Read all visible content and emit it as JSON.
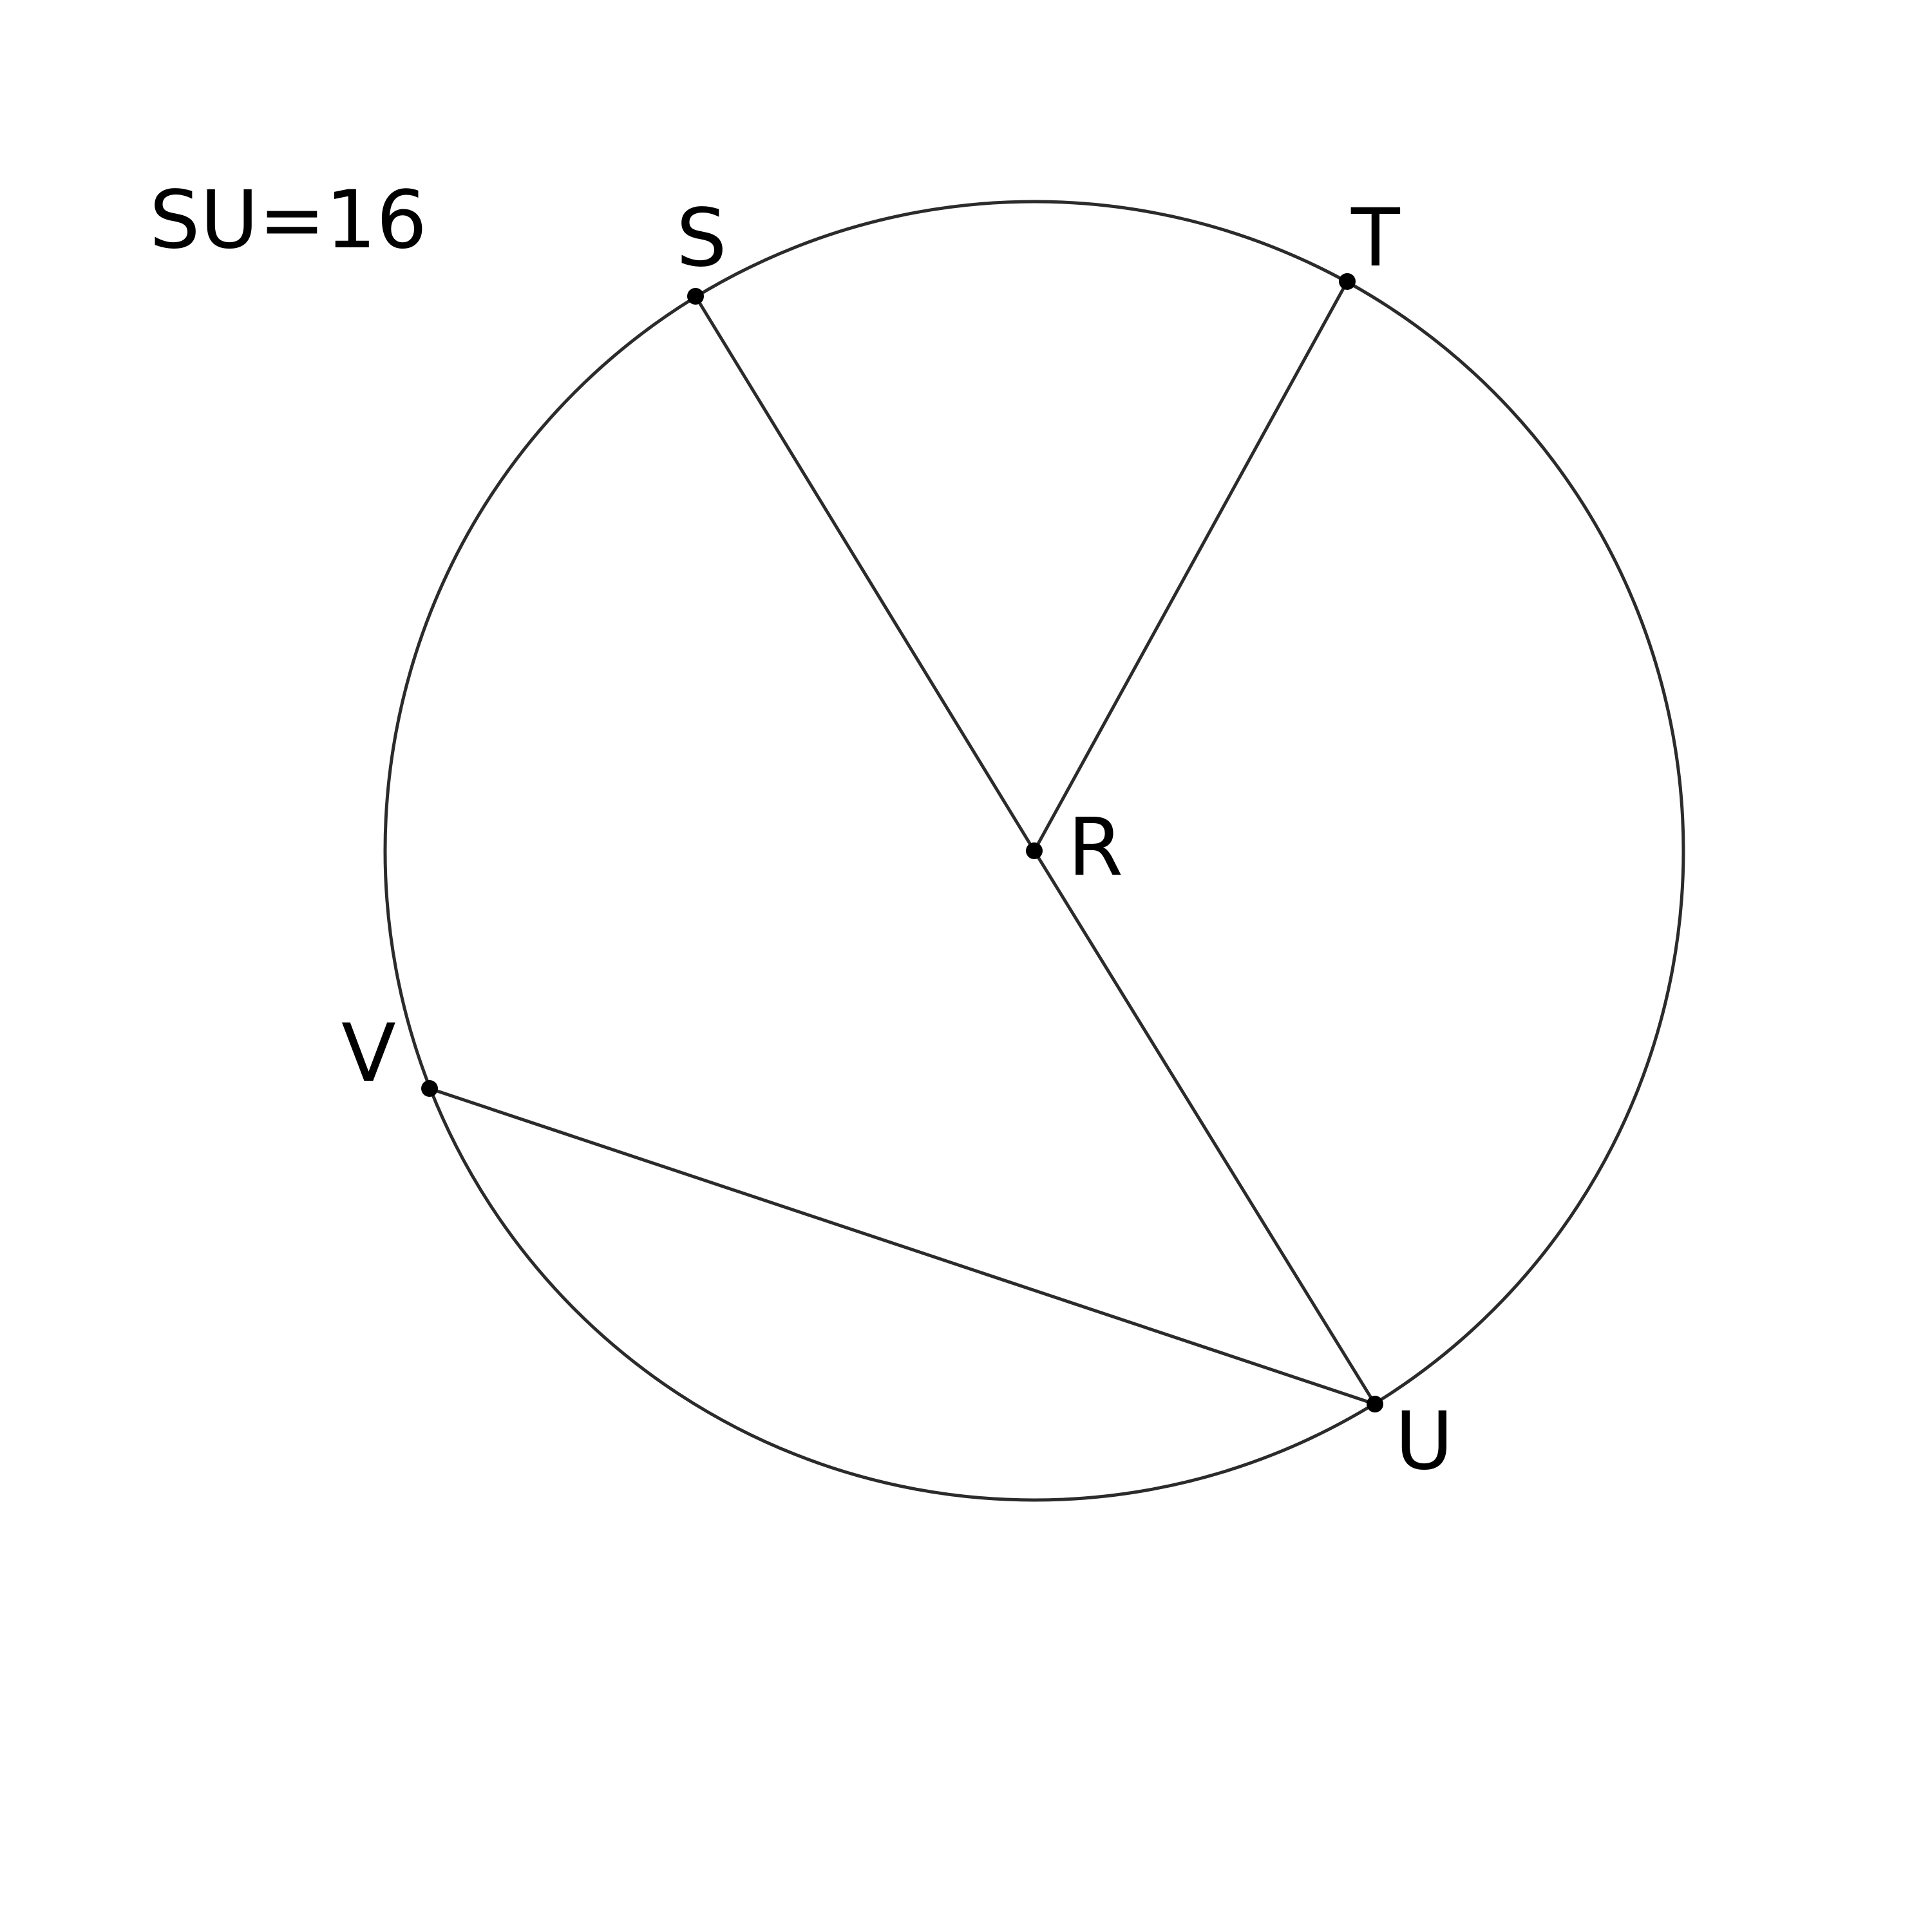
{
  "given": "SU=16",
  "points": {
    "S": "S",
    "T": "T",
    "R": "R",
    "V": "V",
    "U": "U"
  },
  "segments": [
    "SR",
    "RU",
    "RT",
    "VU"
  ],
  "circle": {
    "center": "R"
  },
  "colors": {
    "stroke": "#2b2b2b",
    "point": "#000000",
    "text": "#000000",
    "background": "#ffffff"
  }
}
